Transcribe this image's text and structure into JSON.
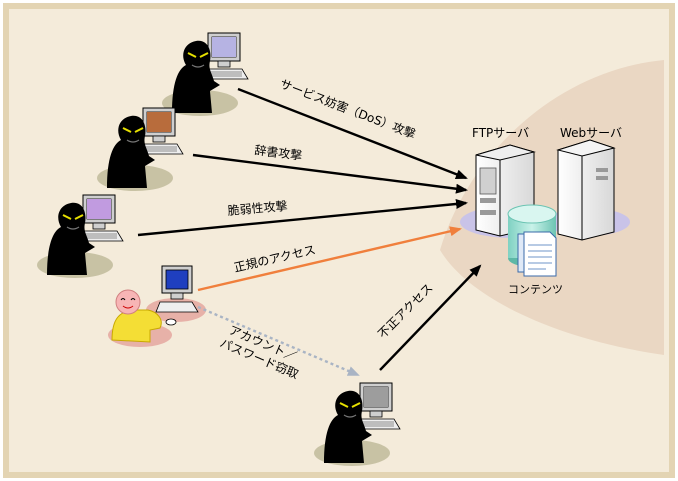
{
  "servers": {
    "ftp_label": "FTPサーバ",
    "web_label": "Webサーバ",
    "contents_label": "コンテンツ"
  },
  "arrows": {
    "dos": "サービス妨害（DoS）攻撃",
    "dictionary": "辞書攻撃",
    "vulnerability": "脆弱性攻撃",
    "legitimate": "正規のアクセス",
    "unauthorized": "不正アクセス",
    "steal_line1": "アカウント／",
    "steal_line2": "パスワード窃取"
  },
  "colors": {
    "frame_bg": "#f4ebda",
    "frame_border": "#e3d4b3",
    "server_area": "#ead7c3",
    "attack_arrow": "#000000",
    "legit_arrow": "#f07f3c",
    "steal_arrow": "#a9b4c4",
    "user_skin": "#f7b5b5",
    "user_shirt": "#f4de35"
  },
  "icons": {
    "attacker": "hooded-attacker-icon",
    "user": "user-icon",
    "server": "server-tower-icon",
    "database": "database-icon",
    "document": "document-icon"
  }
}
